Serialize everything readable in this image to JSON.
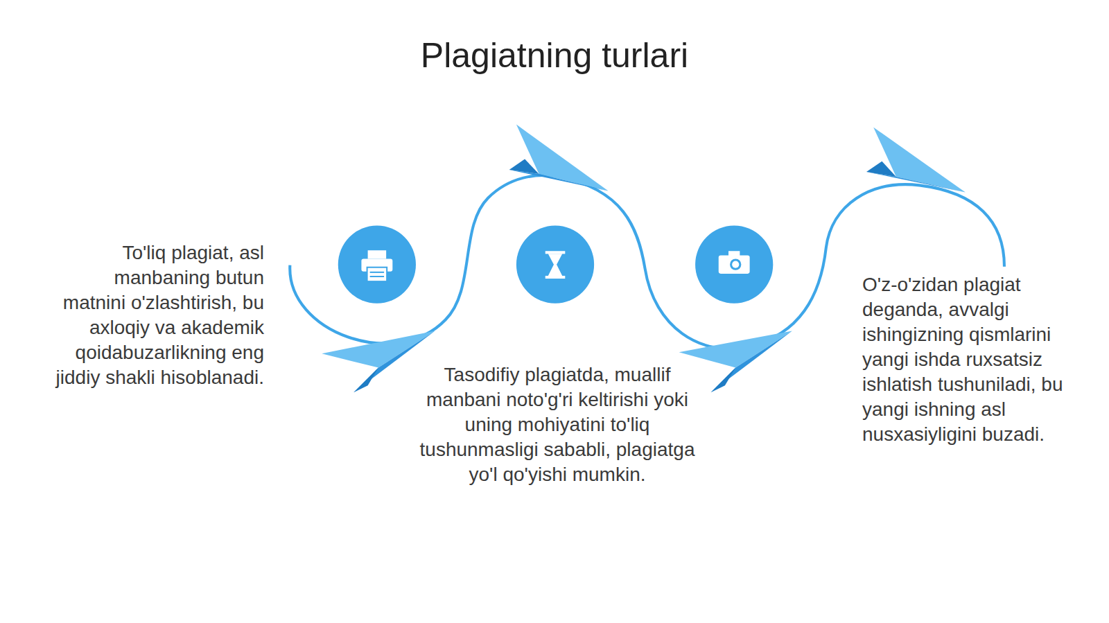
{
  "diagram": {
    "title": "Plagiatning turlari",
    "labels": [
      "To'liq plagiat, asl manbaning butun matnini o'zlashtirish, bu axloqiy va akademik qoidabuzarlikning eng jiddiy shakli hisoblanadi.",
      "Tasodifiy plagiatda, muallif manbani noto'g'ri keltirishi yoki uning mohiyatini to'liq tushunmasligi sababli, plagiatga yo'l qo'yishi mumkin.",
      "O'z-o'zidan plagiat deganda, avvalgi ishingizning qismlarini yangi ishda ruxsatsiz ishlatish tushuniladi, bu yangi ishning asl nusxasiyligini buzadi."
    ]
  }
}
